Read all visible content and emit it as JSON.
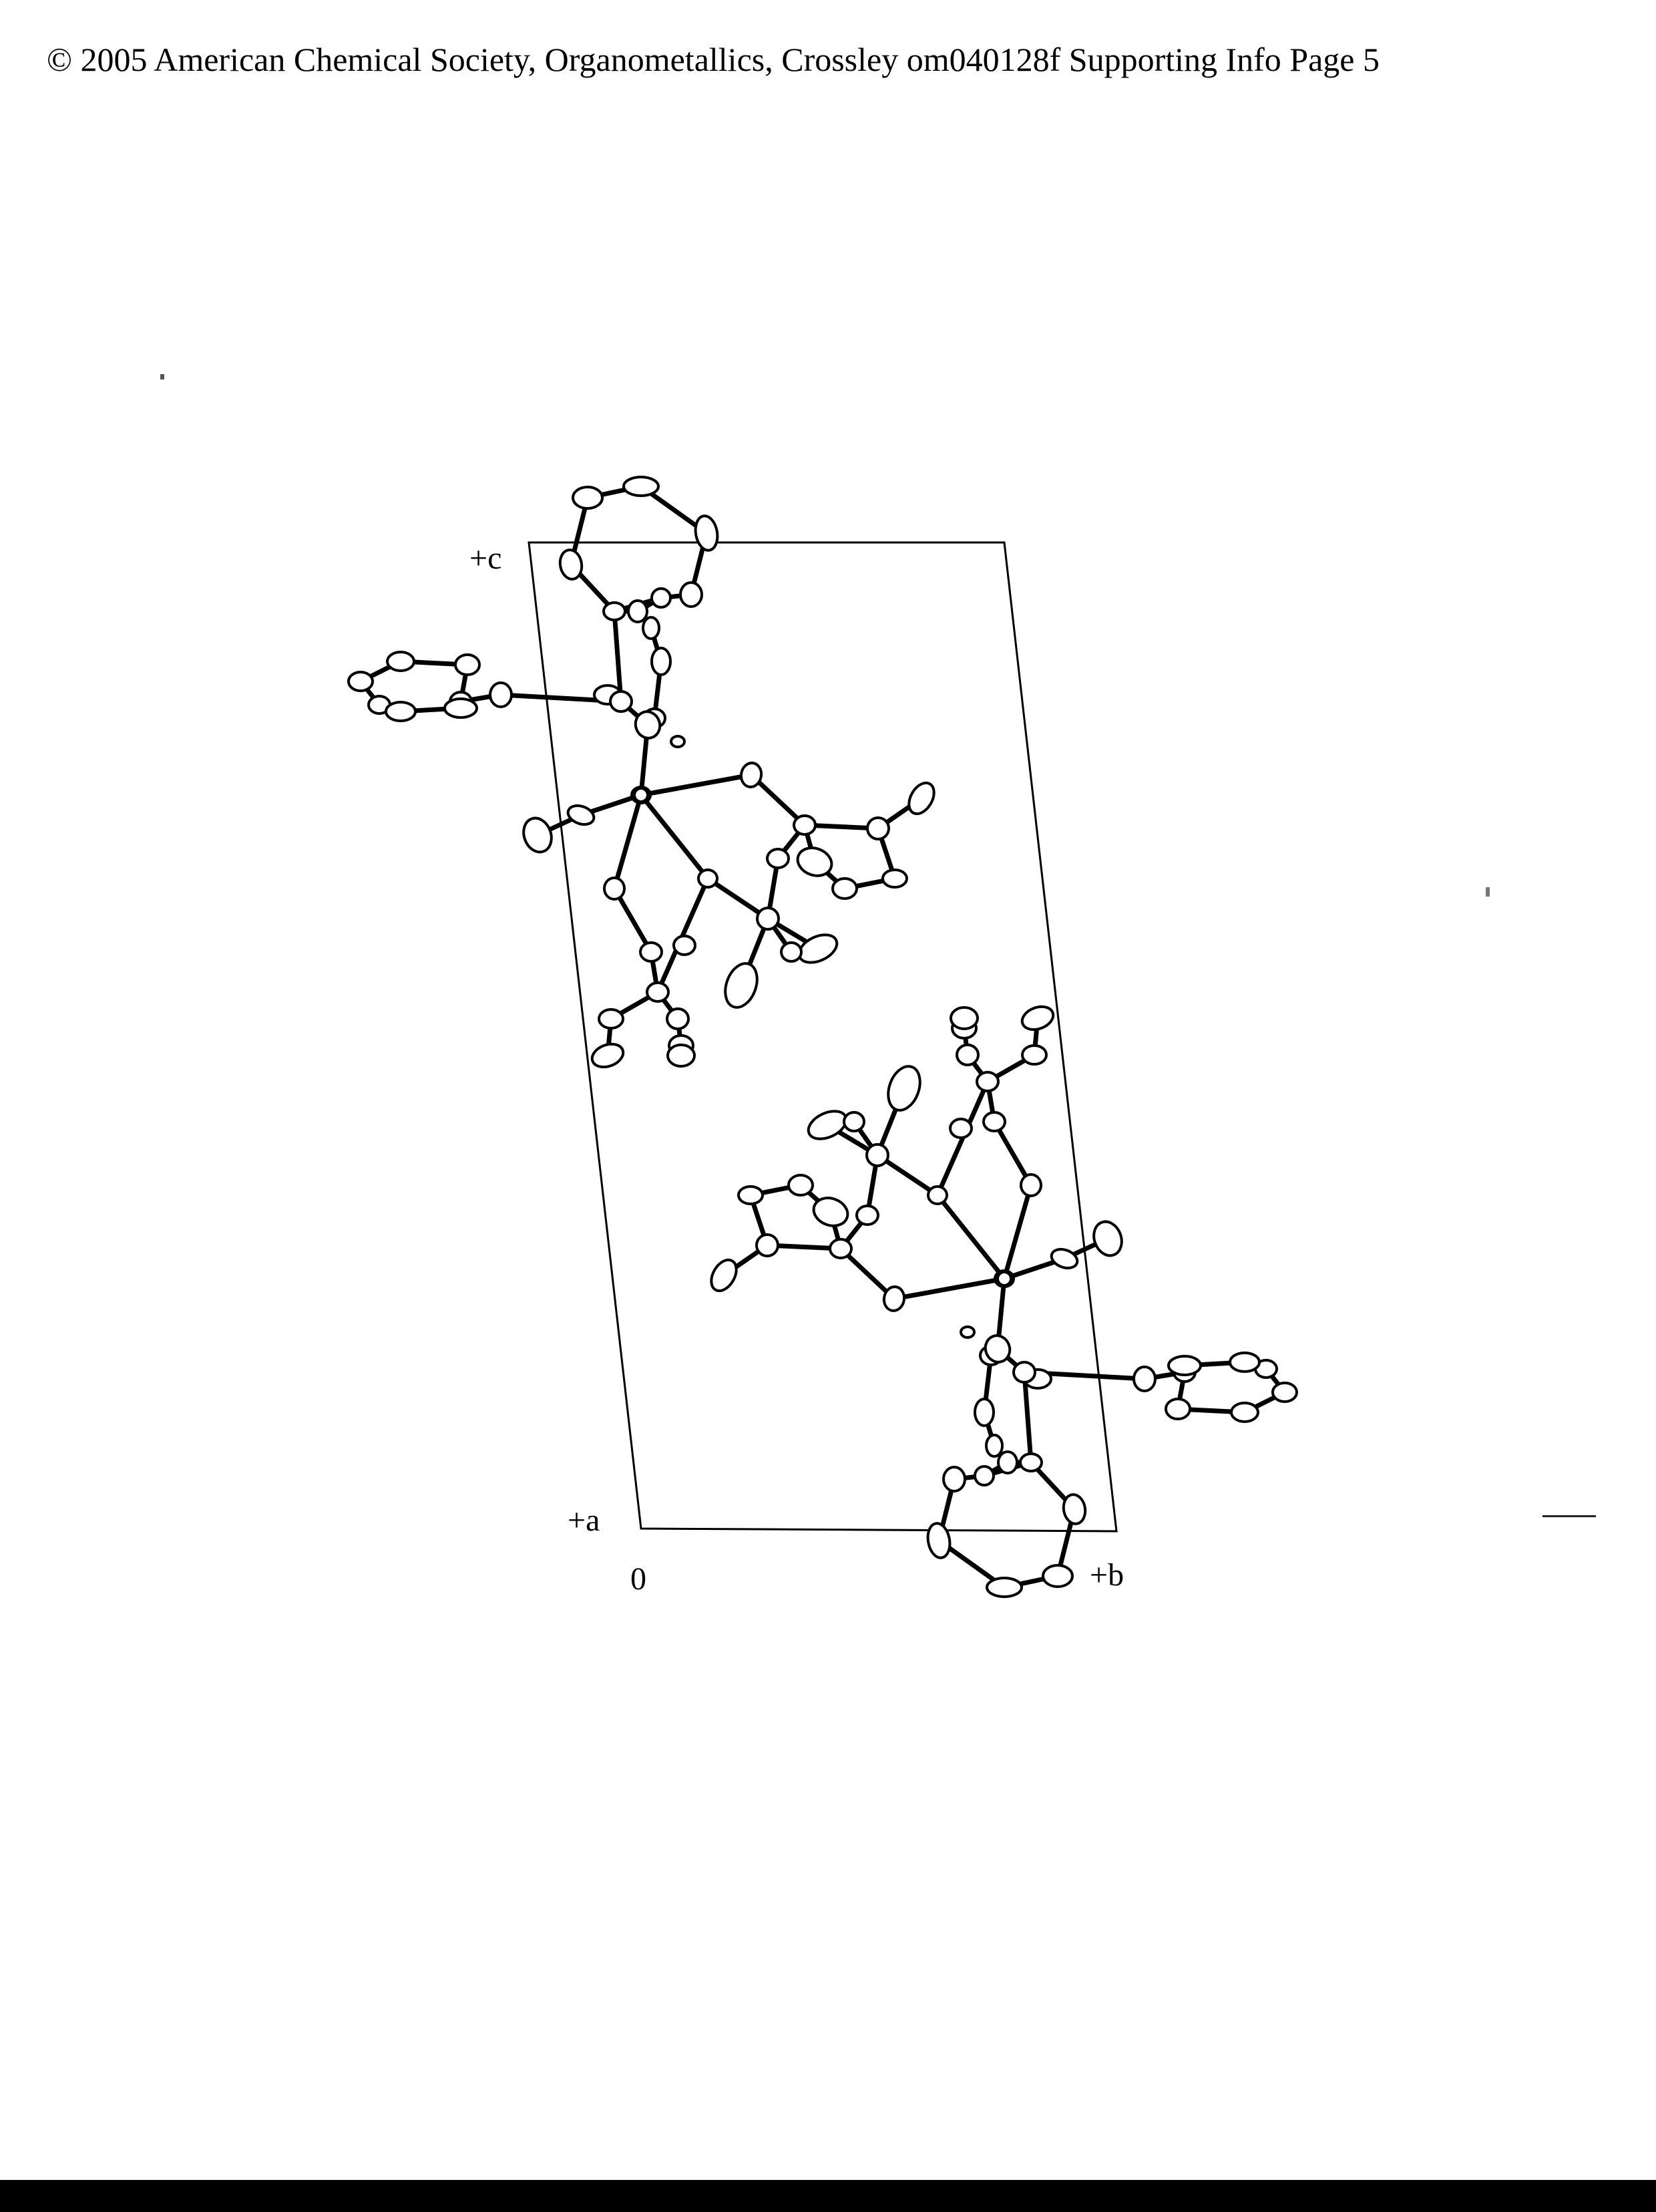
{
  "header": "© 2005 American Chemical Society, Organometallics, Crossley om040128f Supporting Info Page 5",
  "axes": {
    "c_label": "+c",
    "a_label": "+a",
    "origin_label": "0",
    "b_label": "+b"
  }
}
